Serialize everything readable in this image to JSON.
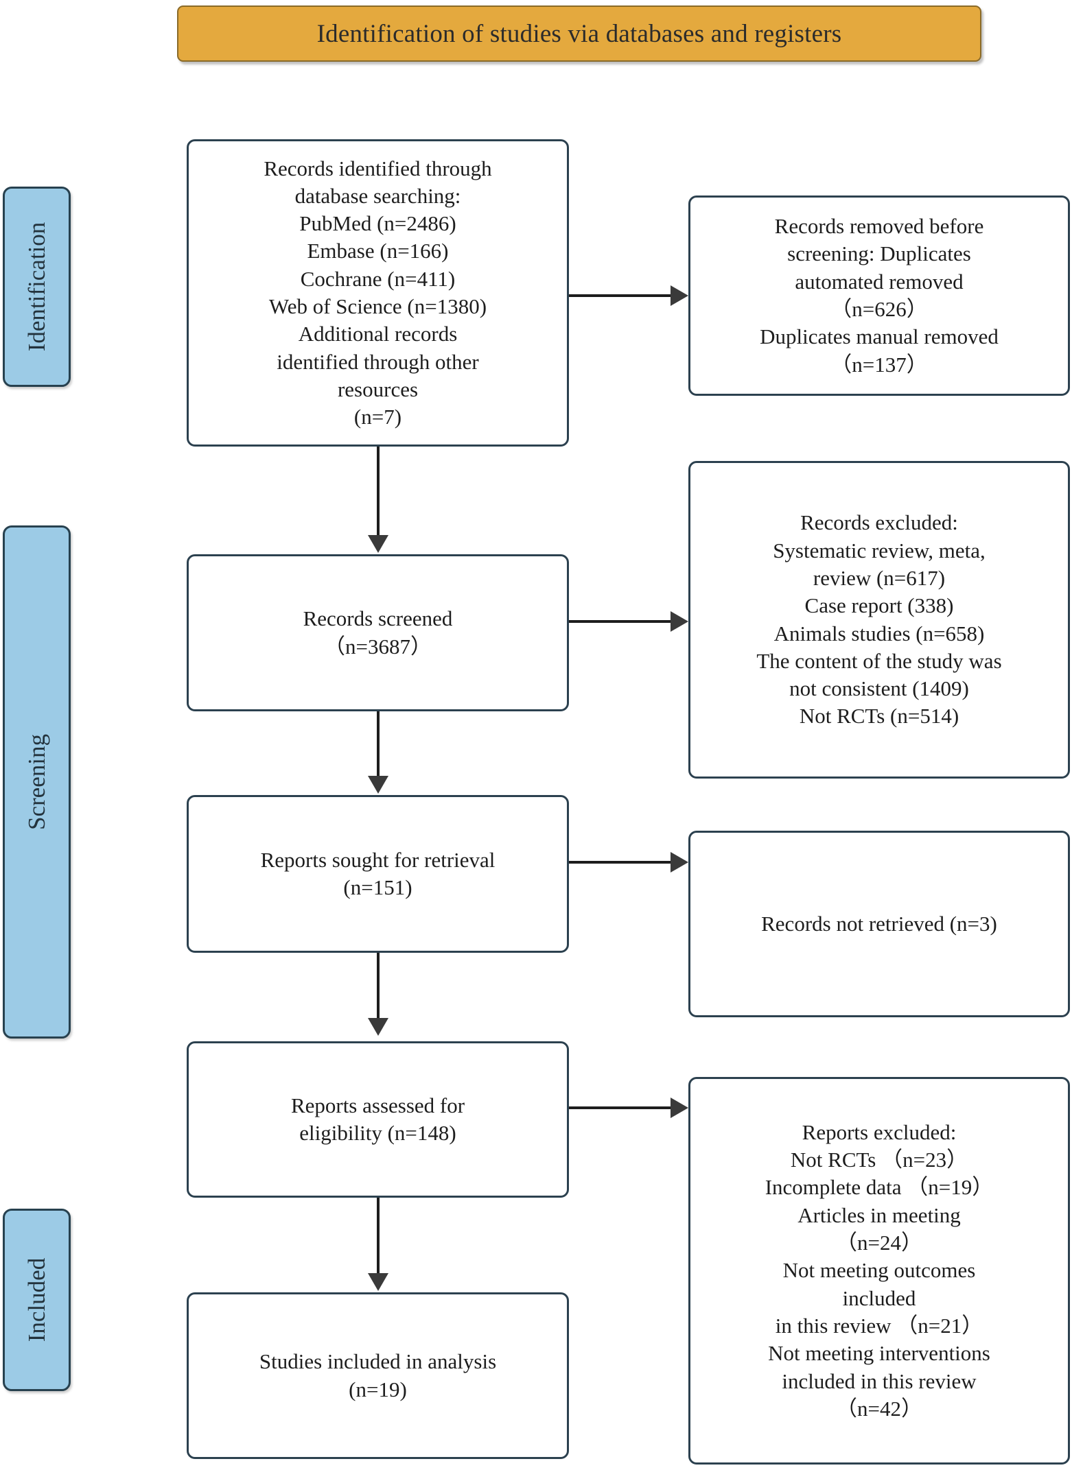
{
  "header": {
    "title": "Identification of studies via databases and registers",
    "background_color": "#e4a93e",
    "text_color": "#2b2b2b"
  },
  "phases": {
    "background_color": "#9ccbe6",
    "border_color": "#27414f",
    "items": [
      {
        "label": "Identification"
      },
      {
        "label": "Screening"
      },
      {
        "label": "Included"
      }
    ]
  },
  "chart_data": {
    "type": "diagram",
    "title": "Identification of studies via databases and registers",
    "diagram_kind": "PRISMA flow diagram",
    "nodes": [
      {
        "id": "identified",
        "column": "left",
        "phase": "Identification",
        "text": "Records identified through database searching: PubMed (n=2486) Embase (n=166) Cochrane (n=411) Web of Science (n=1380) Additional records identified through other resources (n=7)",
        "counts": {
          "PubMed": 2486,
          "Embase": 166,
          "Cochrane": 411,
          "Web of Science": 1380,
          "Additional records": 7
        }
      },
      {
        "id": "removed",
        "column": "right",
        "phase": "Identification",
        "text": "Records removed before screening: Duplicates automated removed （n=626） Duplicates manual removed （n=137）",
        "counts": {
          "Duplicates automated removed": 626,
          "Duplicates manual removed": 137
        }
      },
      {
        "id": "screened",
        "column": "left",
        "phase": "Screening",
        "text": "Records screened （n=3687）",
        "counts": {
          "n": 3687
        }
      },
      {
        "id": "excluded",
        "column": "right",
        "phase": "Screening",
        "text": "Records excluded: Systematic review, meta, review (n=617) Case report (338) Animals studies (n=658) The content of the study was not consistent (1409) Not RCTs (n=514)",
        "counts": {
          "Systematic review, meta, review": 617,
          "Case report": 338,
          "Animals studies": 658,
          "The content of the study was not consistent": 1409,
          "Not RCTs": 514
        }
      },
      {
        "id": "sought",
        "column": "left",
        "phase": "Screening",
        "text": "Reports sought for retrieval (n=151)",
        "counts": {
          "n": 151
        }
      },
      {
        "id": "not_retrieved",
        "column": "right",
        "phase": "Screening",
        "text": "Records not retrieved (n=3)",
        "counts": {
          "n": 3
        }
      },
      {
        "id": "assessed",
        "column": "left",
        "phase": "Screening",
        "text": "Reports assessed for eligibility (n=148)",
        "counts": {
          "n": 148
        }
      },
      {
        "id": "reports_excluded",
        "column": "right",
        "phase": "Screening",
        "text": "Reports excluded: Not RCTs （n=23） Incomplete data （n=19） Articles in meeting （n=24） Not meeting outcomes included in this review （n=21） Not meeting interventions included in this review （n=42）",
        "counts": {
          "Not RCTs": 23,
          "Incomplete data": 19,
          "Articles in meeting": 24,
          "Not meeting outcomes included in this review": 21,
          "Not meeting interventions included in this review": 42
        }
      },
      {
        "id": "included",
        "column": "left",
        "phase": "Included",
        "text": "Studies included in analysis (n=19)",
        "counts": {
          "n": 19
        }
      }
    ],
    "edges": [
      {
        "from": "identified",
        "to": "removed",
        "direction": "right"
      },
      {
        "from": "identified",
        "to": "screened",
        "direction": "down"
      },
      {
        "from": "screened",
        "to": "excluded",
        "direction": "right"
      },
      {
        "from": "screened",
        "to": "sought",
        "direction": "down"
      },
      {
        "from": "sought",
        "to": "not_retrieved",
        "direction": "right"
      },
      {
        "from": "sought",
        "to": "assessed",
        "direction": "down"
      },
      {
        "from": "assessed",
        "to": "reports_excluded",
        "direction": "right"
      },
      {
        "from": "assessed",
        "to": "included",
        "direction": "down"
      }
    ]
  },
  "boxes": {
    "identified": {
      "lines": [
        "Records identified through",
        "database searching:",
        "PubMed (n=2486)",
        "Embase (n=166)",
        "Cochrane (n=411)",
        "Web of Science (n=1380)",
        "Additional records",
        "identified through other",
        "resources",
        "(n=7)"
      ]
    },
    "removed": {
      "lines": [
        "Records removed before",
        "screening: Duplicates",
        "automated removed",
        "（n=626）",
        "Duplicates manual removed",
        "（n=137）"
      ]
    },
    "screened": {
      "lines": [
        "Records screened",
        "（n=3687）"
      ]
    },
    "excluded": {
      "lines": [
        "Records excluded:",
        "Systematic review, meta,",
        "review (n=617)",
        "Case report (338)",
        "Animals studies (n=658)",
        "The content of the study was",
        "not consistent (1409)",
        "Not RCTs (n=514)"
      ]
    },
    "sought": {
      "lines": [
        "Reports sought for retrieval",
        "(n=151)"
      ]
    },
    "not_retrieved": {
      "lines": [
        "Records not retrieved (n=3)"
      ]
    },
    "assessed": {
      "lines": [
        "Reports assessed for",
        "eligibility (n=148)"
      ]
    },
    "reports_excluded": {
      "lines": [
        "Reports excluded:",
        "Not RCTs （n=23）",
        "Incomplete data （n=19）",
        "Articles in meeting",
        "（n=24）",
        "Not meeting outcomes",
        "included",
        "in this review （n=21）",
        "Not meeting interventions",
        "included in this review",
        "（n=42）"
      ]
    },
    "included": {
      "lines": [
        "Studies included in analysis",
        "(n=19)"
      ]
    }
  }
}
